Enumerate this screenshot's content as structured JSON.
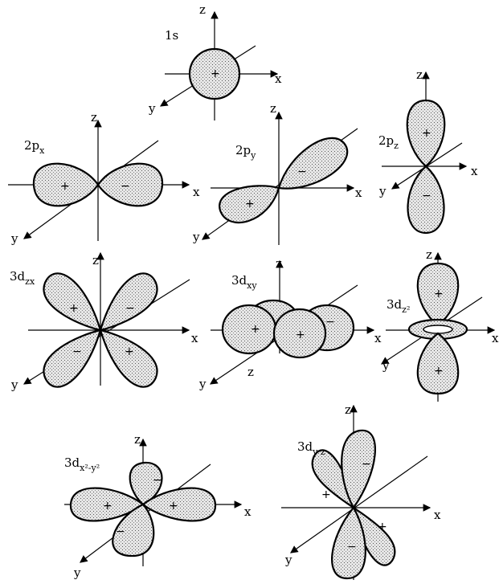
{
  "orbitals": {
    "s1": {
      "name": "1s"
    },
    "px": {
      "main": "2p",
      "sub": "x"
    },
    "py": {
      "main": "2p",
      "sub": "y"
    },
    "pz": {
      "main": "2p",
      "sub": "z"
    },
    "dzx": {
      "main": "3d",
      "sub": "zx"
    },
    "dxy": {
      "main": "3d",
      "sub": "xy"
    },
    "dz2": {
      "main": "3d",
      "sub": "z²"
    },
    "dx2y2": {
      "main": "3d",
      "sub": "x²-y²"
    },
    "dyz": {
      "main": "3d",
      "sub": "y z"
    }
  },
  "axes": {
    "x": "x",
    "y": "y",
    "z": "z"
  },
  "signs": {
    "plus": "+",
    "minus": "−"
  }
}
